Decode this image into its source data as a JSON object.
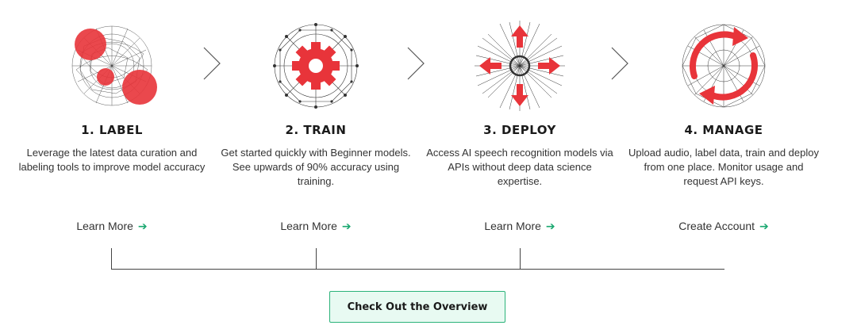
{
  "steps": [
    {
      "title": "1. LABEL",
      "description": "Leverage the latest data curation and labeling tools to improve model accuracy",
      "link_label": "Learn More",
      "icon": "arrow-right-icon"
    },
    {
      "title": "2. TRAIN",
      "description": "Get started quickly with Beginner models. See upwards of 90% accuracy using training.",
      "link_label": "Learn More",
      "icon": "arrow-right-icon"
    },
    {
      "title": "3. DEPLOY",
      "description": "Access AI speech recognition models via APIs without deep data science expertise.",
      "link_label": "Learn More",
      "icon": "arrow-right-icon"
    },
    {
      "title": "4. MANAGE",
      "description": "Upload audio, label data, train and deploy from one place. Monitor usage and request API keys.",
      "link_label": "Create Account",
      "icon": "arrow-right-icon"
    }
  ],
  "cta": {
    "label": "Check Out the Overview"
  },
  "colors": {
    "accent_red": "#e8343a",
    "accent_green": "#1aa870",
    "cta_bg": "#e8faf2"
  }
}
